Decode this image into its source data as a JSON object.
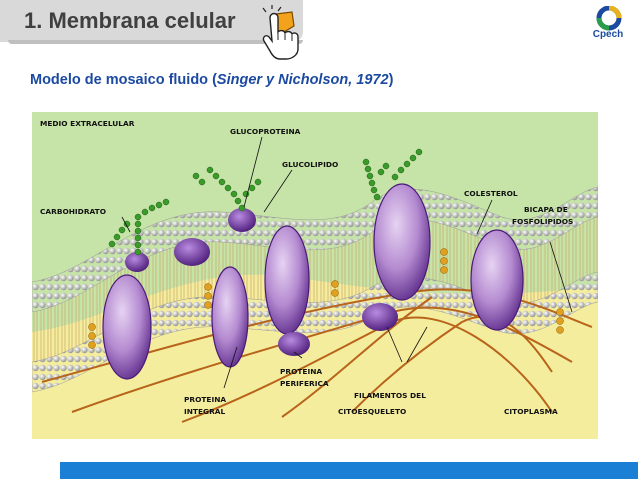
{
  "header": {
    "title": "1. Membrana celular",
    "logo_text": "Cpech"
  },
  "subtitle": {
    "prefix": "Modelo de mosaico fluido (",
    "authors": "Singer y Nicholson, 1972",
    "suffix": ")"
  },
  "diagram": {
    "labels": {
      "medio_extracelular": "MEDIO EXTRACELULAR",
      "glucoproteina": "GLUCOPROTEINA",
      "glucolipido": "GLUCOLIPIDO",
      "carbohidrato": "CARBOHIDRATO",
      "colesterol": "COLESTEROL",
      "bicapa_1": "BICAPA DE",
      "bicapa_2": "FOSFOLIPIDOS",
      "proteina_periferica_1": "PROTEINA",
      "proteina_periferica_2": "PERIFERICA",
      "proteina_integral_1": "PROTEINA",
      "proteina_integral_2": "INTEGRAL",
      "filamentos_1": "FILAMENTOS DEL",
      "filamentos_2": "CITOESQUELETO",
      "citoplasma": "CITOPLASMA"
    }
  },
  "colors": {
    "accent_blue": "#1c4aa1",
    "bar_blue": "#1c7fd6",
    "title_gray": "#404040",
    "extracellular_green": "#c6e3a8",
    "cytoplasm_yellow": "#f5ed9e",
    "protein_purple": "#8a58b8",
    "carbohydrate_green": "#3a9a2a",
    "cholesterol_orange": "#e0a020",
    "filament_brown": "#b8641a"
  }
}
